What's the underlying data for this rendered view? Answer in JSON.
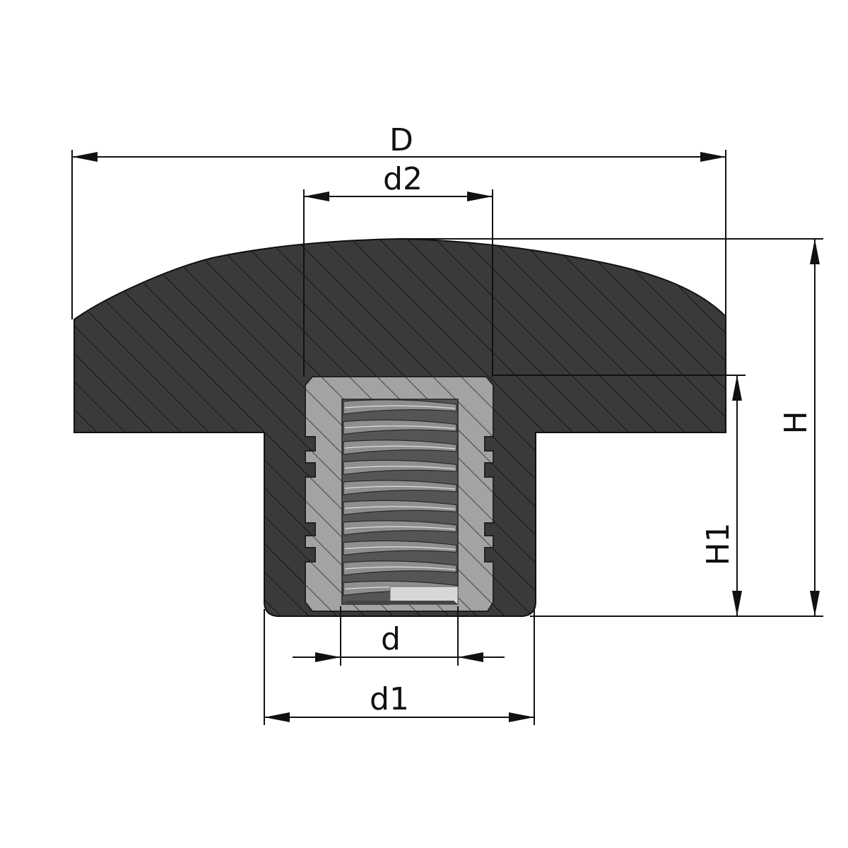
{
  "dimensions": {
    "D": "D",
    "d2": "d2",
    "d": "d",
    "d1": "d1",
    "H": "H",
    "H1": "H1"
  },
  "colors": {
    "body": "#3a3a3a",
    "insert": "#a3a3a3",
    "thread": "#5a5a5a",
    "hatch": "#151515",
    "line": "#111111"
  }
}
